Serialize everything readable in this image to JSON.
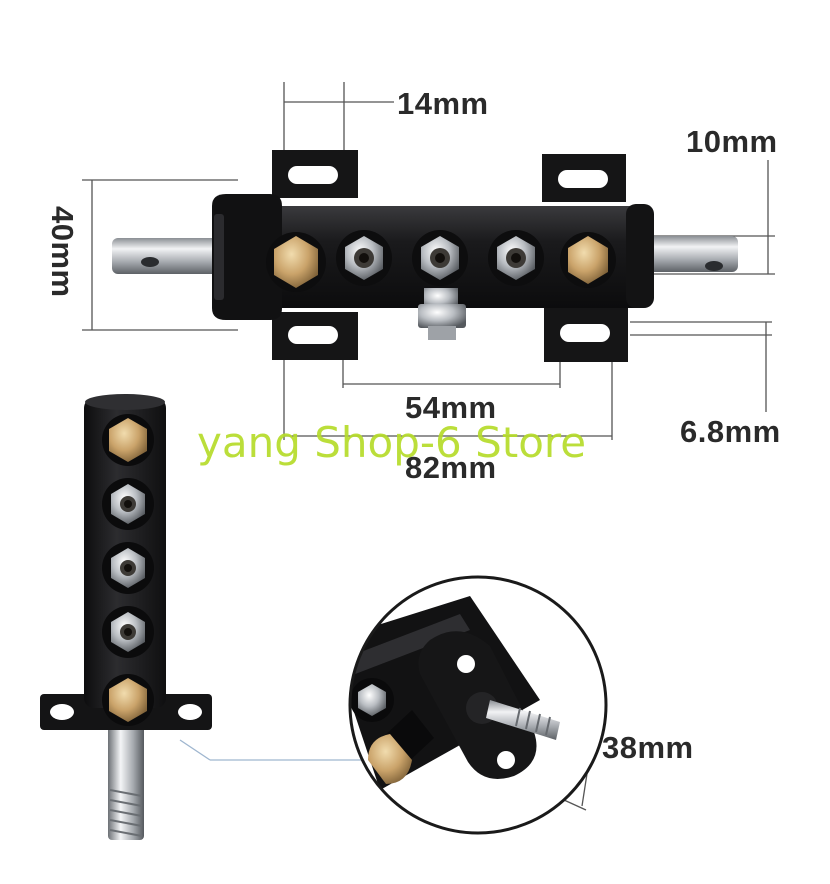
{
  "dimensions": {
    "width_14": "14mm",
    "length_10": "10mm",
    "height_40": "40mm",
    "spacing_54": "54mm",
    "length_82": "82mm",
    "hole_68": "6.8mm",
    "height_38": "38mm"
  },
  "watermark": "yang Shop-6 Store",
  "colors": {
    "body": "#1c1c1e",
    "brass": "#c9a56a",
    "steel": "#c3c6ca",
    "watermark": "#b6dc2a"
  },
  "icons": [
    "manifold-body-icon",
    "brass-plug-icon",
    "tube-fitting-icon",
    "steel-shaft-icon",
    "mounting-bracket-icon",
    "magnifier-circle-icon"
  ]
}
